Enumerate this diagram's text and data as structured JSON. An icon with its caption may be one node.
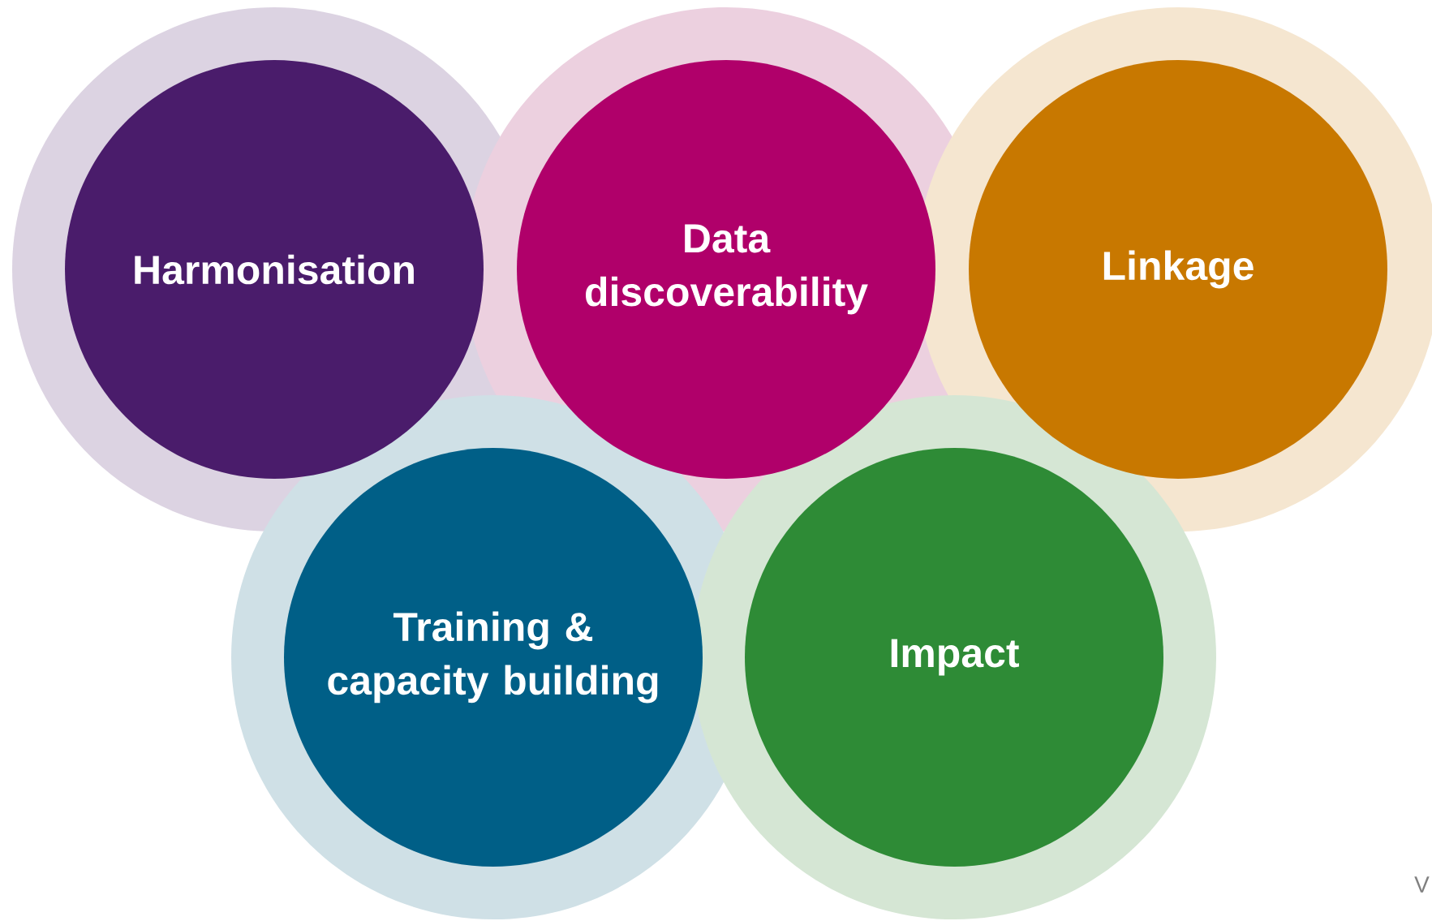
{
  "diagram": {
    "nodes": [
      {
        "text": [
          "Harmonisation"
        ]
      },
      {
        "text": [
          "Data discoverability"
        ]
      },
      {
        "text": [
          "Linkage"
        ]
      },
      {
        "text": [
          "Training & capacity building"
        ]
      },
      {
        "text": [
          "Impact"
        ]
      }
    ],
    "labels": [
      "V"
    ]
  }
}
